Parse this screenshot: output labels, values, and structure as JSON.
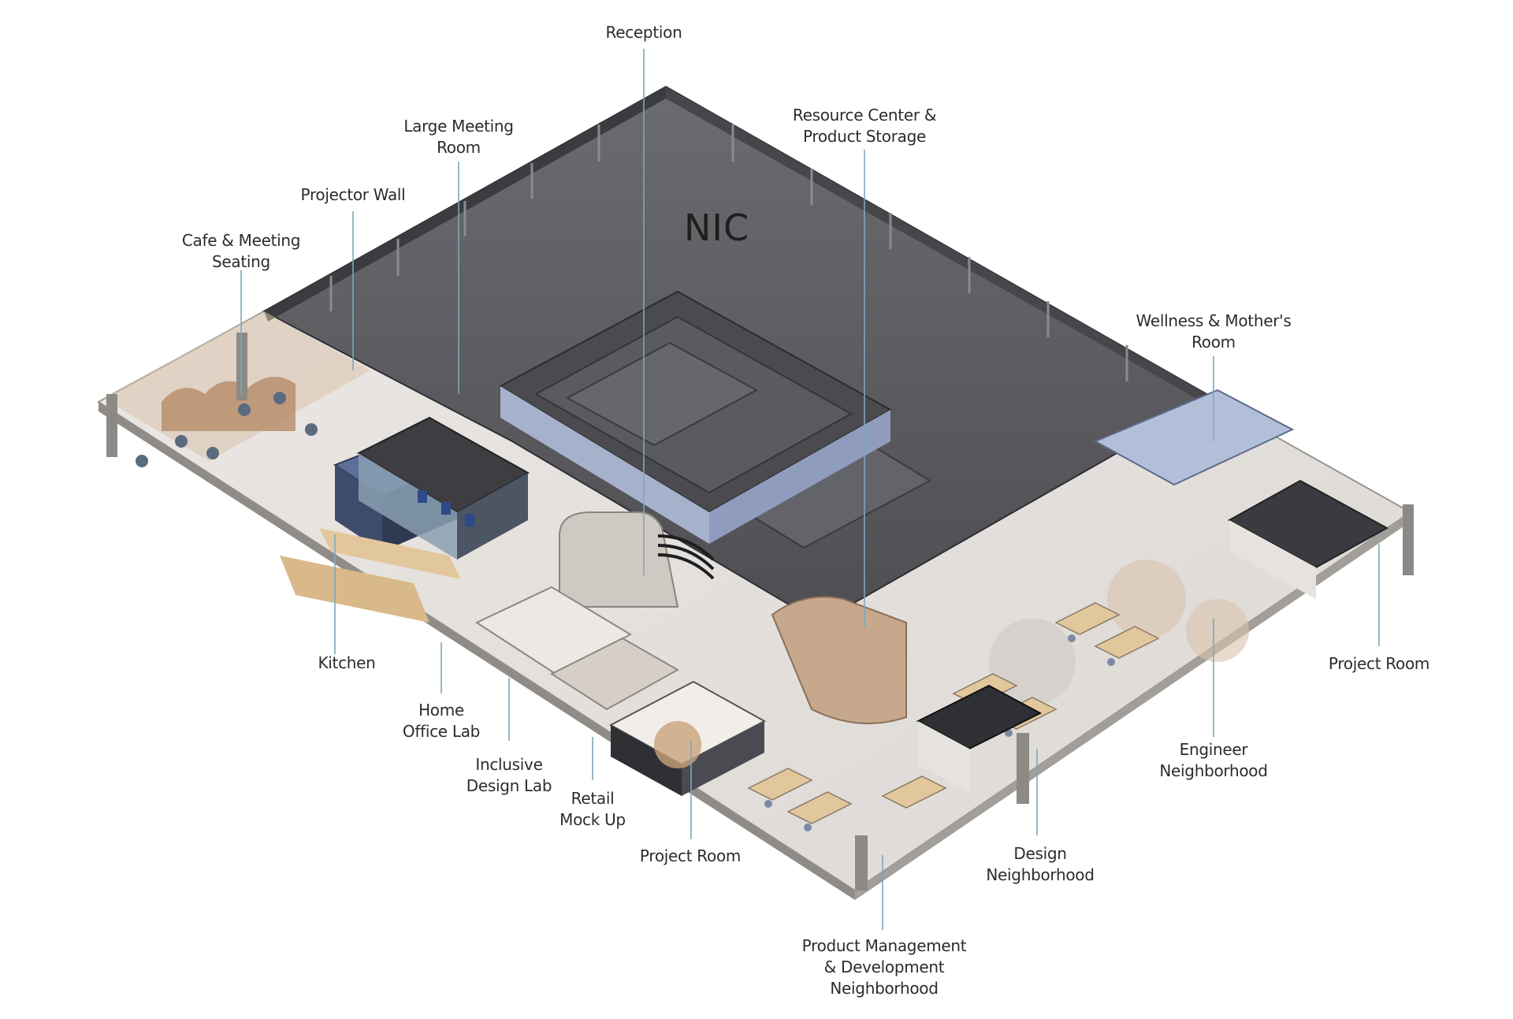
{
  "plan": {
    "building_label": "NIC",
    "colors": {
      "upper_wall": "#59595e",
      "upper_wall_dark": "#3f3f44",
      "floor": "#e4e1de",
      "floor_shadow": "#cfcbc7",
      "wood": "#b98a62",
      "leader_line": "#7ea7ba",
      "accent_blue": "#9fb0d3"
    }
  },
  "labels": {
    "reception": "Reception",
    "large_meeting_room": "Large Meeting\nRoom",
    "resource_center": "Resource Center &\nProduct Storage",
    "projector_wall": "Projector Wall",
    "cafe": "Cafe & Meeting\nSeating",
    "wellness": "Wellness & Mother's\nRoom",
    "kitchen": "Kitchen",
    "home_office_lab": "Home\nOffice Lab",
    "inclusive_design_lab": "Inclusive\nDesign Lab",
    "retail_mock_up": "Retail\nMock Up",
    "project_room_front": "Project Room",
    "project_room_right": "Project Room",
    "engineer_neighborhood": "Engineer\nNeighborhood",
    "design_neighborhood": "Design\nNeighborhood",
    "product_management": "Product Management\n& Development\nNeighborhood"
  }
}
